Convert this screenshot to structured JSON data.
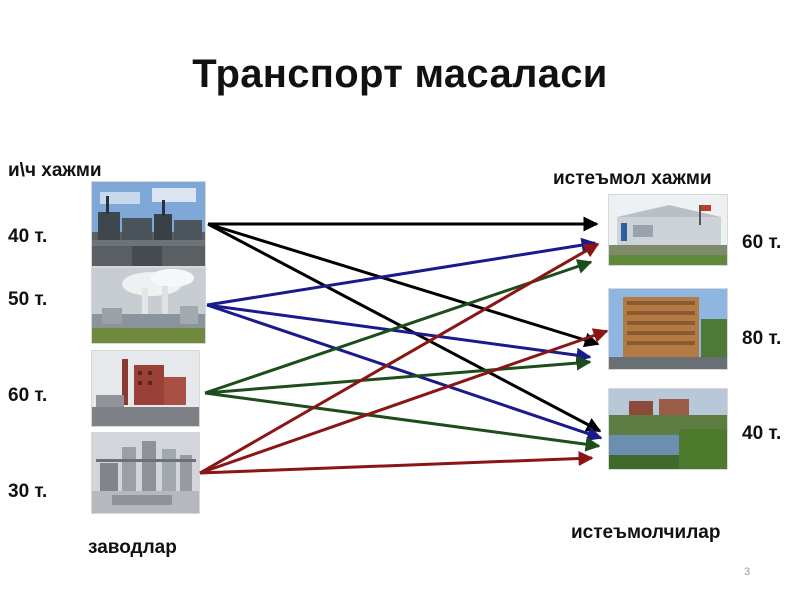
{
  "title": "Транспорт масаласи",
  "supply_header": "и\\ч хажми",
  "demand_header": "истеъмол хажми",
  "supplies": [
    "40 т.",
    "50 т.",
    "60 т.",
    "30 т."
  ],
  "demands": [
    "60 т.",
    "80 т.",
    "40 т."
  ],
  "factories_label": "заводлар",
  "consumers_label": "истеъмолчилар",
  "page_number": "3",
  "factory_images": [
    "factory-photo-1",
    "factory-photo-2",
    "factory-photo-3",
    "factory-photo-4"
  ],
  "consumer_images": [
    "consumer-photo-1",
    "consumer-photo-2",
    "consumer-photo-3"
  ],
  "route_colors": {
    "factory_1": "#000000",
    "factory_2": "#1a1a8c",
    "factory_3": "#1d4d1d",
    "factory_4": "#8b1414"
  },
  "routes": [
    {
      "from": 1,
      "to": 1
    },
    {
      "from": 1,
      "to": 2
    },
    {
      "from": 1,
      "to": 3
    },
    {
      "from": 2,
      "to": 1
    },
    {
      "from": 2,
      "to": 2
    },
    {
      "from": 2,
      "to": 3
    },
    {
      "from": 3,
      "to": 1
    },
    {
      "from": 3,
      "to": 2
    },
    {
      "from": 3,
      "to": 3
    },
    {
      "from": 4,
      "to": 1
    },
    {
      "from": 4,
      "to": 2
    },
    {
      "from": 4,
      "to": 3
    }
  ]
}
